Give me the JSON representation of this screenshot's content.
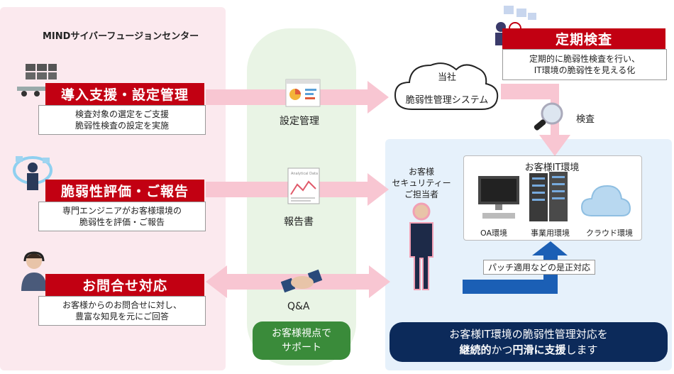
{
  "org_title": "MINDサイバーフュージョンセンター",
  "services": [
    {
      "title": "導入支援・設定管理",
      "line1": "検査対象の選定をご支援",
      "line2": "脆弱性検査の設定を実施"
    },
    {
      "title": "脆弱性評価・ご報告",
      "line1": "専門エンジニアがお客様環境の",
      "line2": "脆弱性を評価・ご報告"
    },
    {
      "title": "お問合せ対応",
      "line1": "お客様からのお問合せに対し、",
      "line2": "豊富な知見を元にご回答"
    }
  ],
  "center": {
    "setting_label": "設定管理",
    "report_label": "報告書",
    "report_doc_text": "Analytical Data",
    "qa_label": "Q&A",
    "support_line1": "お客様視点で",
    "support_line2": "サポート"
  },
  "system": {
    "line1": "当社",
    "line2": "脆弱性管理システム"
  },
  "periodic": {
    "title": "定期検査",
    "line1": "定期的に脆弱性検査を行い、",
    "line2": "IT環境の脆弱性を見える化"
  },
  "inspect_label": "検査",
  "person": {
    "line1": "お客様",
    "line2": "セキュリティー",
    "line3": "ご担当者"
  },
  "it_env": {
    "title": "お客様IT環境",
    "oa": "OA環境",
    "biz": "事業用環境",
    "cloud": "クラウド環境"
  },
  "patch_label": "パッチ適用などの是正対応",
  "bottom": {
    "line1": "お客様IT環境の脆弱性管理対応を",
    "bold1": "継続的",
    "mid": "かつ",
    "bold2": "円滑に支援",
    "end": "します"
  },
  "colors": {
    "red": "#c20012",
    "pink_arrow": "#f8c6d2",
    "green": "#3a8b3a",
    "navy": "#0c2a5a",
    "blue": "#1b5fb5"
  }
}
